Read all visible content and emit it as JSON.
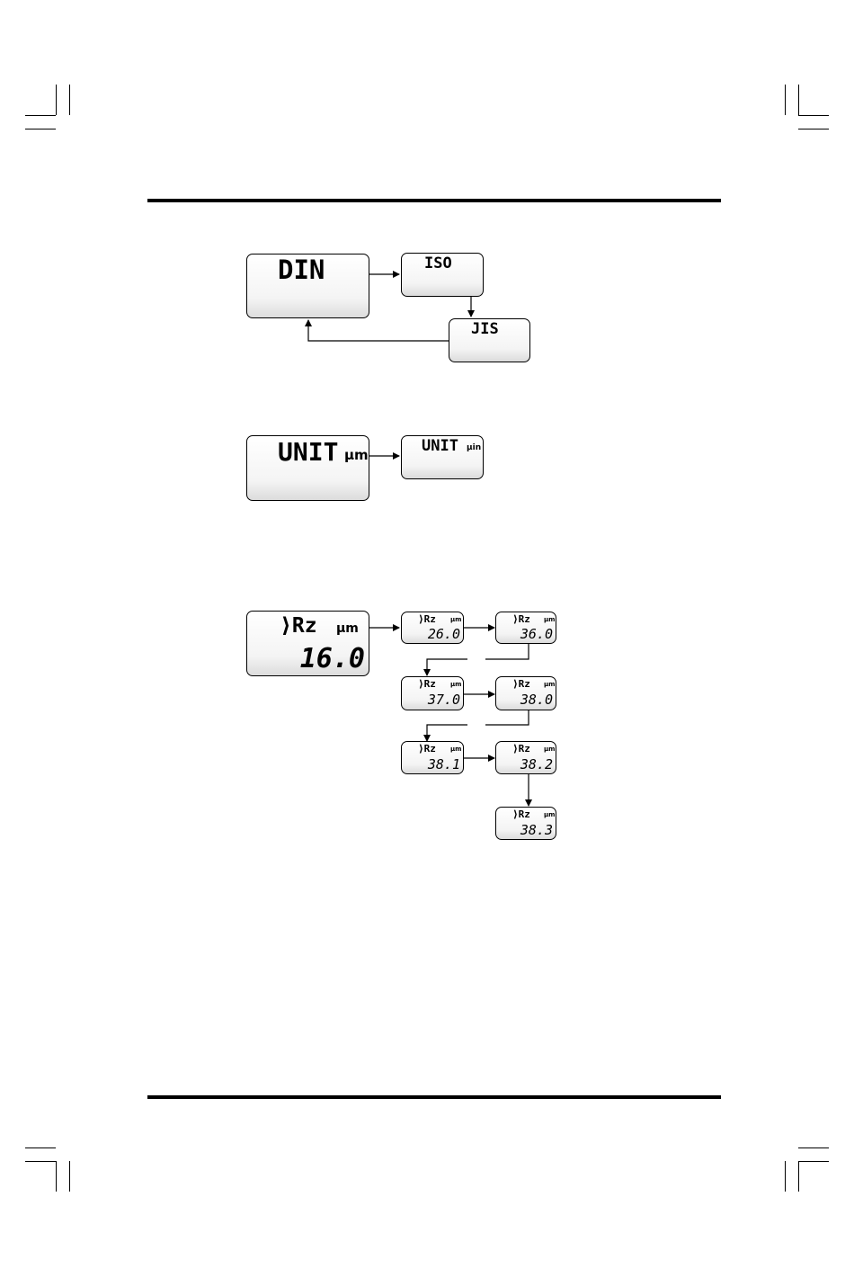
{
  "standard_cycle": {
    "current": "DIN",
    "options": [
      "ISO",
      "JIS"
    ]
  },
  "unit_cycle": {
    "label": "UNIT",
    "current_unit": "µm",
    "next_unit": "µin"
  },
  "rz_sequence": {
    "parameter": "⟩Rz",
    "unit": "µm",
    "initial_value": "16.0",
    "steps": [
      "26.0",
      "36.0",
      "37.0",
      "38.0",
      "38.1",
      "38.2",
      "38.3"
    ]
  },
  "colors": {
    "ink": "#000000",
    "lcd_shade": "#dcdcdc"
  },
  "icons": {
    "arrow": "right-arrow-icon"
  }
}
